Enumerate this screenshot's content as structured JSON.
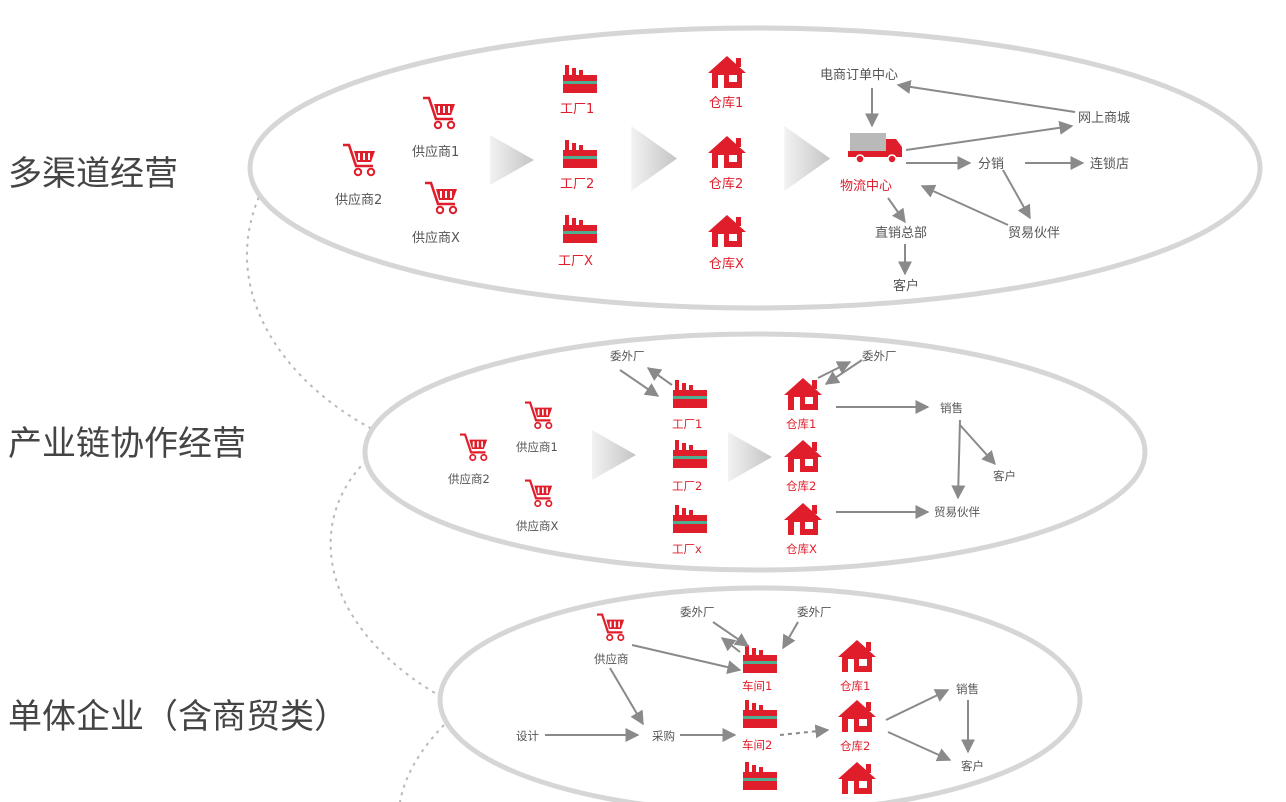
{
  "colors": {
    "accent": "#e01e2b",
    "text": "#555555",
    "arrow": "#8a8a8a",
    "funnel": "#cfcfcf",
    "ellipse": "#d9d9d9"
  },
  "sections": {
    "multi": {
      "title": "多渠道经营",
      "suppliers": [
        "供应商2",
        "供应商1",
        "供应商X"
      ],
      "factories": [
        "工厂1",
        "工厂2",
        "工厂X"
      ],
      "warehouses": [
        "仓库1",
        "仓库2",
        "仓库X"
      ],
      "logistics": "物流中心",
      "ecommerce_orders": "电商订单中心",
      "online_mall": "网上商城",
      "distribution": "分销",
      "chain_store": "连锁店",
      "partner": "贸易伙伴",
      "sales_hq": "直销总部",
      "customer": "客户"
    },
    "chain": {
      "title": "产业链协作经营",
      "suppliers": [
        "供应商2",
        "供应商1",
        "供应商X"
      ],
      "outsource_a": "委外厂",
      "outsource_b": "委外厂",
      "factories": [
        "工厂1",
        "工厂2",
        "工厂x"
      ],
      "warehouses": [
        "仓库1",
        "仓库2",
        "仓库X"
      ],
      "sales": "销售",
      "customer": "客户",
      "partner": "贸易伙伴"
    },
    "single": {
      "title": "单体企业（含商贸类）",
      "supplier": "供应商",
      "outsource_a": "委外厂",
      "outsource_b": "委外厂",
      "design": "设计",
      "purchase": "采购",
      "workshops": [
        "车间1",
        "车间2"
      ],
      "warehouses": [
        "仓库1",
        "仓库2"
      ],
      "sales": "销售",
      "customer": "客户"
    }
  },
  "icons": {
    "cart": "shopping-cart-icon",
    "factory": "factory-icon",
    "warehouse": "warehouse-icon",
    "truck": "truck-icon",
    "funnel": "funnel-arrow-icon"
  }
}
